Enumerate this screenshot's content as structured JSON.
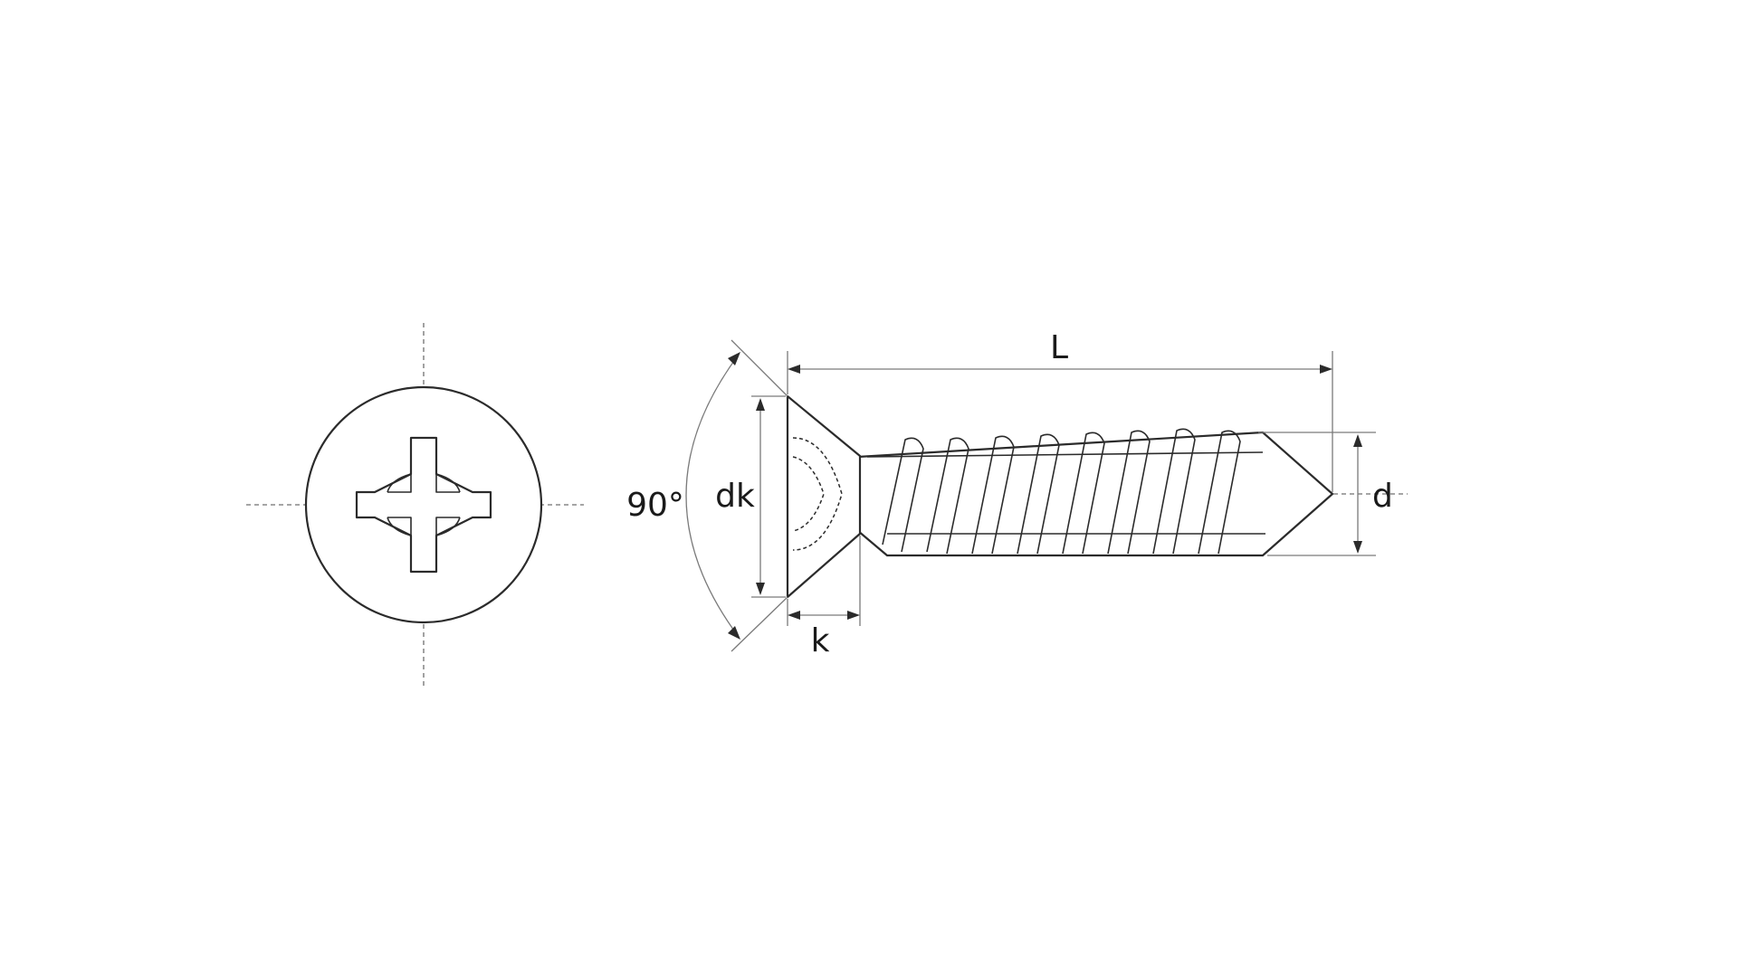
{
  "diagram": {
    "labels": {
      "length": "L",
      "head_diameter": "dk",
      "head_height": "k",
      "thread_diameter": "d",
      "countersink_angle": "90°"
    },
    "colors": {
      "line": "#2b2b2b",
      "centerline": "#6f6f6f",
      "dimension": "#7a7a7a",
      "background": "#ffffff"
    }
  }
}
